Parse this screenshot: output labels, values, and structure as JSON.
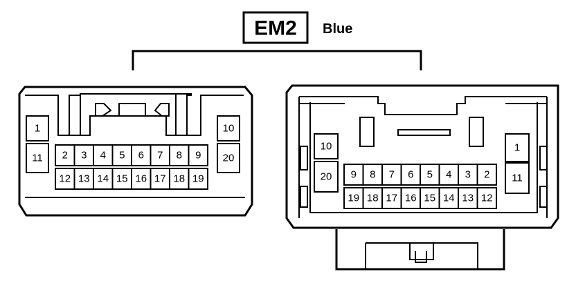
{
  "connector": {
    "code": "EM2",
    "color": "Blue"
  },
  "left_connector": {
    "top_row": [
      "2",
      "3",
      "4",
      "5",
      "6",
      "7",
      "8",
      "9"
    ],
    "bottom_row": [
      "12",
      "13",
      "14",
      "15",
      "16",
      "17",
      "18",
      "19"
    ],
    "left_pins": [
      "1",
      "11"
    ],
    "right_pins": [
      "10",
      "20"
    ]
  },
  "right_connector": {
    "top_row": [
      "9",
      "8",
      "7",
      "6",
      "5",
      "4",
      "3",
      "2"
    ],
    "bottom_row": [
      "19",
      "18",
      "17",
      "16",
      "15",
      "14",
      "13",
      "12"
    ],
    "left_pins": [
      "10",
      "20"
    ],
    "right_pins": [
      "1",
      "11"
    ]
  }
}
